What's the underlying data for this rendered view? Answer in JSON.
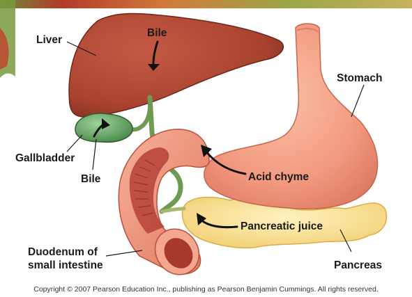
{
  "labels": {
    "liver": "Liver",
    "bile_top": "Bile",
    "stomach": "Stomach",
    "gallbladder": "Gallbladder",
    "bile_bottom": "Bile",
    "acid_chyme": "Acid chyme",
    "pancreatic_juice": "Pancreatic juice",
    "duodenum_line1": "Duodenum of",
    "duodenum_line2": "small intestine",
    "pancreas": "Pancreas"
  },
  "copyright": "Copyright © 2007 Pearson Education Inc., publishing as Pearson Benjamin Cummings. All rights reserved.",
  "colors": {
    "liver": "#a8422f",
    "stomach": "#f29a80",
    "pancreas": "#f6dc8a",
    "gallbladder": "#5e9e5c",
    "duct": "#6f9a52",
    "duodenum": "#ef8a72",
    "duodenum_inner": "#b8463a",
    "label_text": "#1a1a1a"
  }
}
